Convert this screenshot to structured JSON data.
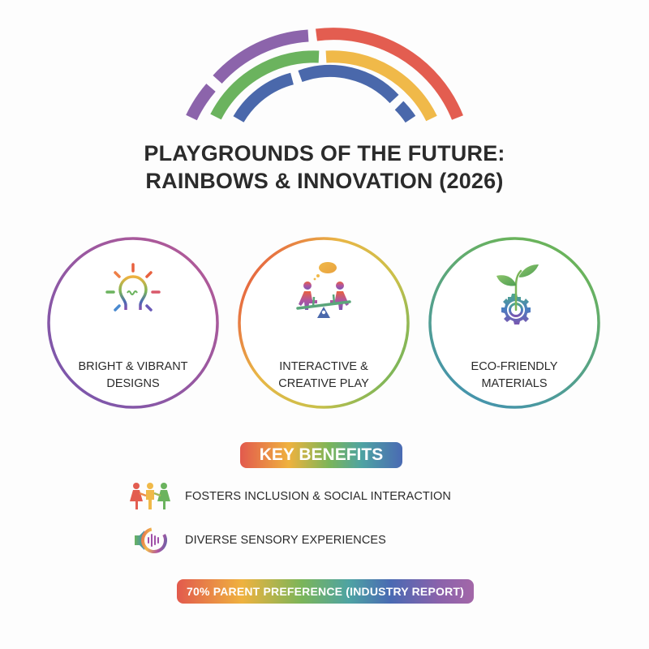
{
  "header": {
    "title_line1": "PLAYGROUNDS OF THE FUTURE:",
    "title_line2": "RAINBOWS & INNOVATION (2026)",
    "rainbow_colors": [
      "#e35d50",
      "#f0b949",
      "#8c64ab",
      "#6bb35e",
      "#4a68ab"
    ]
  },
  "features": [
    {
      "icon": "lightbulb-icon",
      "line1": "BRIGHT & VIBRANT",
      "line2": "DESIGNS",
      "ring_colors": [
        "#b05a9a",
        "#7a5aae"
      ]
    },
    {
      "icon": "seesaw-children-icon",
      "line1": "INTERACTIVE &",
      "line2": "CREATIVE PLAY",
      "ring_colors": [
        "#e9b646",
        "#e65a3f",
        "#6ab35c"
      ]
    },
    {
      "icon": "plant-gear-icon",
      "line1": "ECO-FRIENDLY",
      "line2": "MATERIALS",
      "ring_colors": [
        "#6ab35c",
        "#3f8fb8"
      ]
    }
  ],
  "benefits": {
    "heading": "KEY BENEFITS",
    "items": [
      {
        "icon": "children-holding-hands-icon",
        "text": "FOSTERS INCLUSION & SOCIAL INTERACTION"
      },
      {
        "icon": "sound-sensory-icon",
        "text": "DIVERSE SENSORY EXPERIENCES"
      }
    ]
  },
  "footer": {
    "stat": "70% PARENT PREFERENCE (INDUSTRY REPORT)"
  }
}
